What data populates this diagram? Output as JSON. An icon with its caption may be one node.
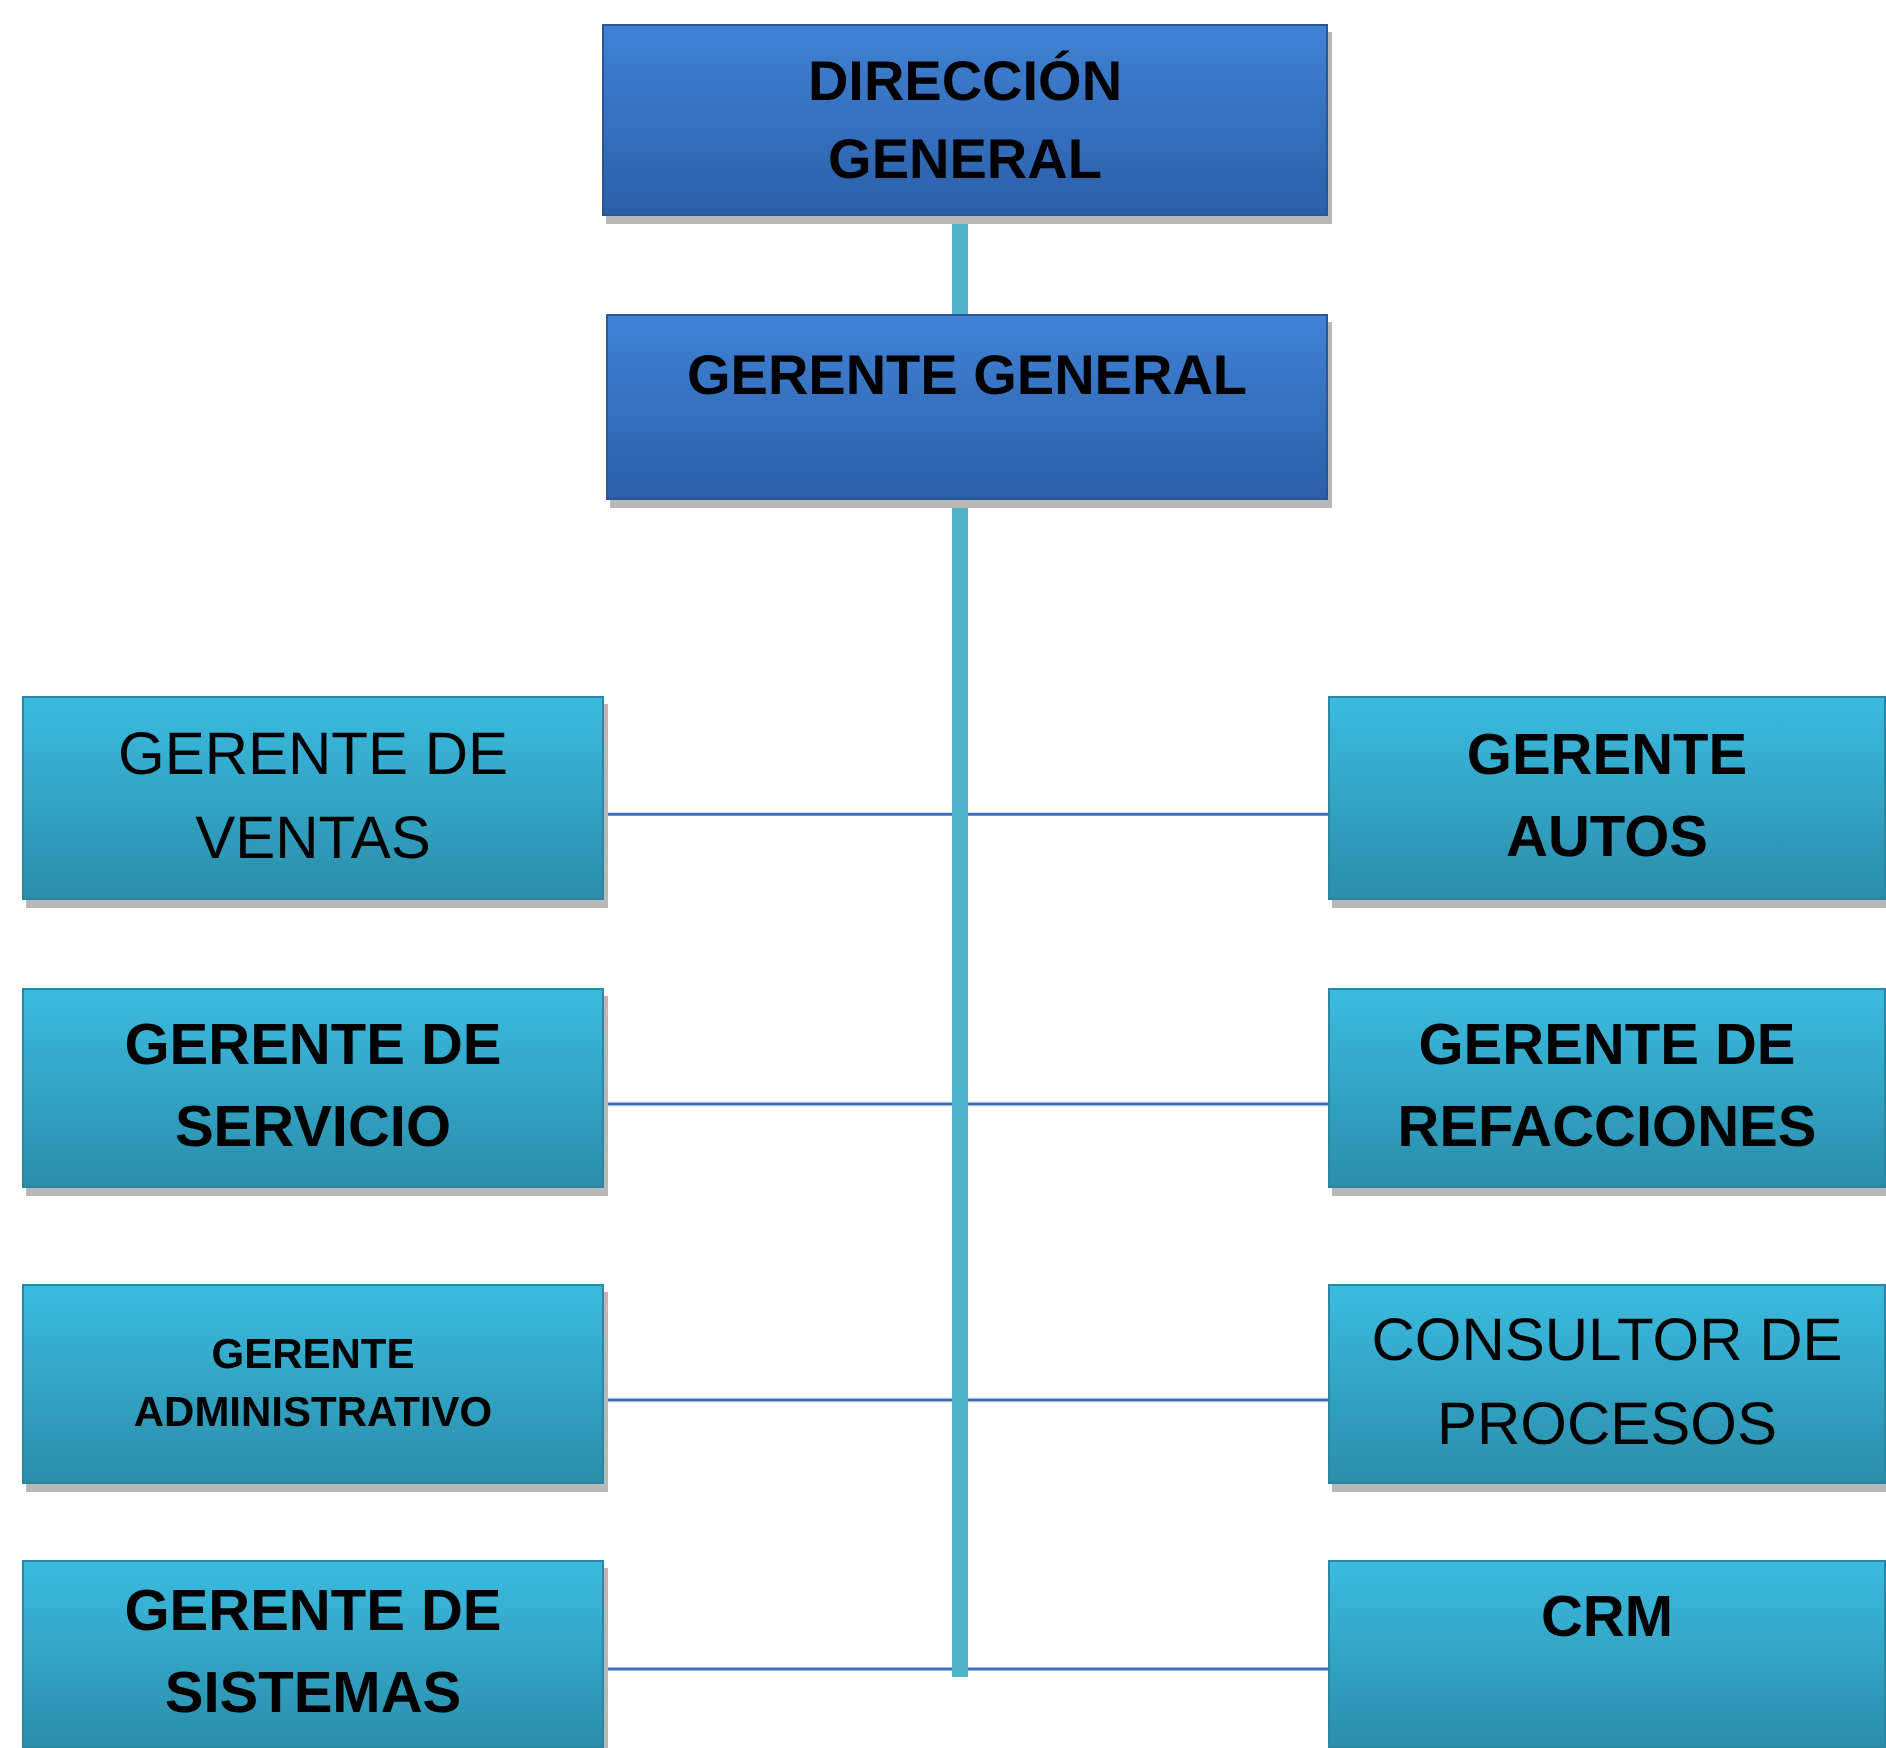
{
  "diagram": {
    "nodes": [
      {
        "text": [
          "DIRECCIÓN GENERAL"
        ]
      },
      {
        "text": [
          "GERENTE GENERAL"
        ]
      },
      {
        "text": [
          "GERENTE DE VENTAS"
        ]
      },
      {
        "text": [
          "GERENTE AUTOS"
        ]
      },
      {
        "text": [
          "GERENTE DE SERVICIO"
        ]
      },
      {
        "text": [
          "GERENTE DE REFACCIONES"
        ]
      },
      {
        "text": [
          "GERENTE ADMINISTRATIVO"
        ]
      },
      {
        "text": [
          "CONSULTOR DE PROCESOS"
        ]
      },
      {
        "text": [
          "GERENTE DE SISTEMAS"
        ]
      },
      {
        "text": [
          "CRM"
        ]
      }
    ],
    "edges": [
      {
        "from": 0,
        "to": 1,
        "arrow": "none"
      },
      {
        "from": 1,
        "to": 2,
        "arrow": "none"
      },
      {
        "from": 1,
        "to": 3,
        "arrow": "none"
      },
      {
        "from": 1,
        "to": 4,
        "arrow": "none"
      },
      {
        "from": 1,
        "to": 5,
        "arrow": "none"
      },
      {
        "from": 1,
        "to": 6,
        "arrow": "none"
      },
      {
        "from": 1,
        "to": 7,
        "arrow": "none"
      },
      {
        "from": 1,
        "to": 8,
        "arrow": "none"
      },
      {
        "from": 1,
        "to": 9,
        "arrow": "none"
      }
    ]
  }
}
